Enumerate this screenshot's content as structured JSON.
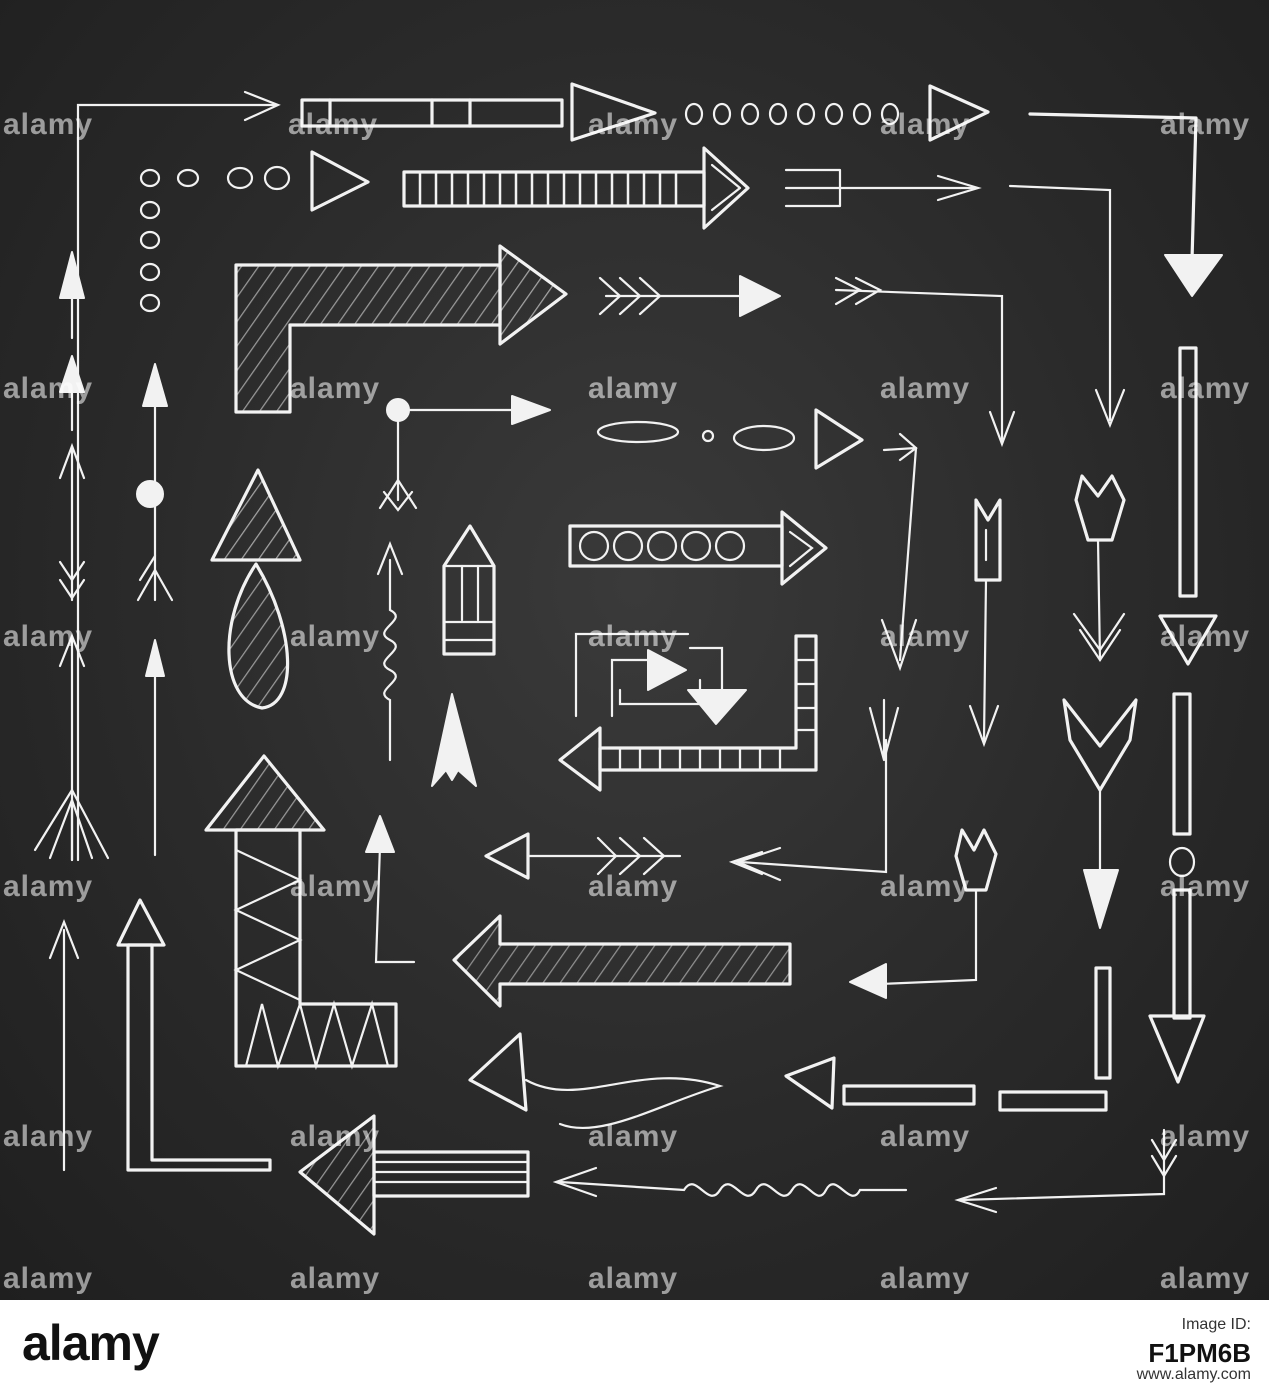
{
  "watermark": {
    "text": "alamy"
  },
  "footer": {
    "logo": "alamy",
    "image_id_label": "Image ID:",
    "image_id": "F1PM6B",
    "url": "www.alamy.com"
  },
  "colors": {
    "board": "#2a2a2a",
    "chalk": "#f2f2f2",
    "footer_bg": "#ffffff"
  }
}
